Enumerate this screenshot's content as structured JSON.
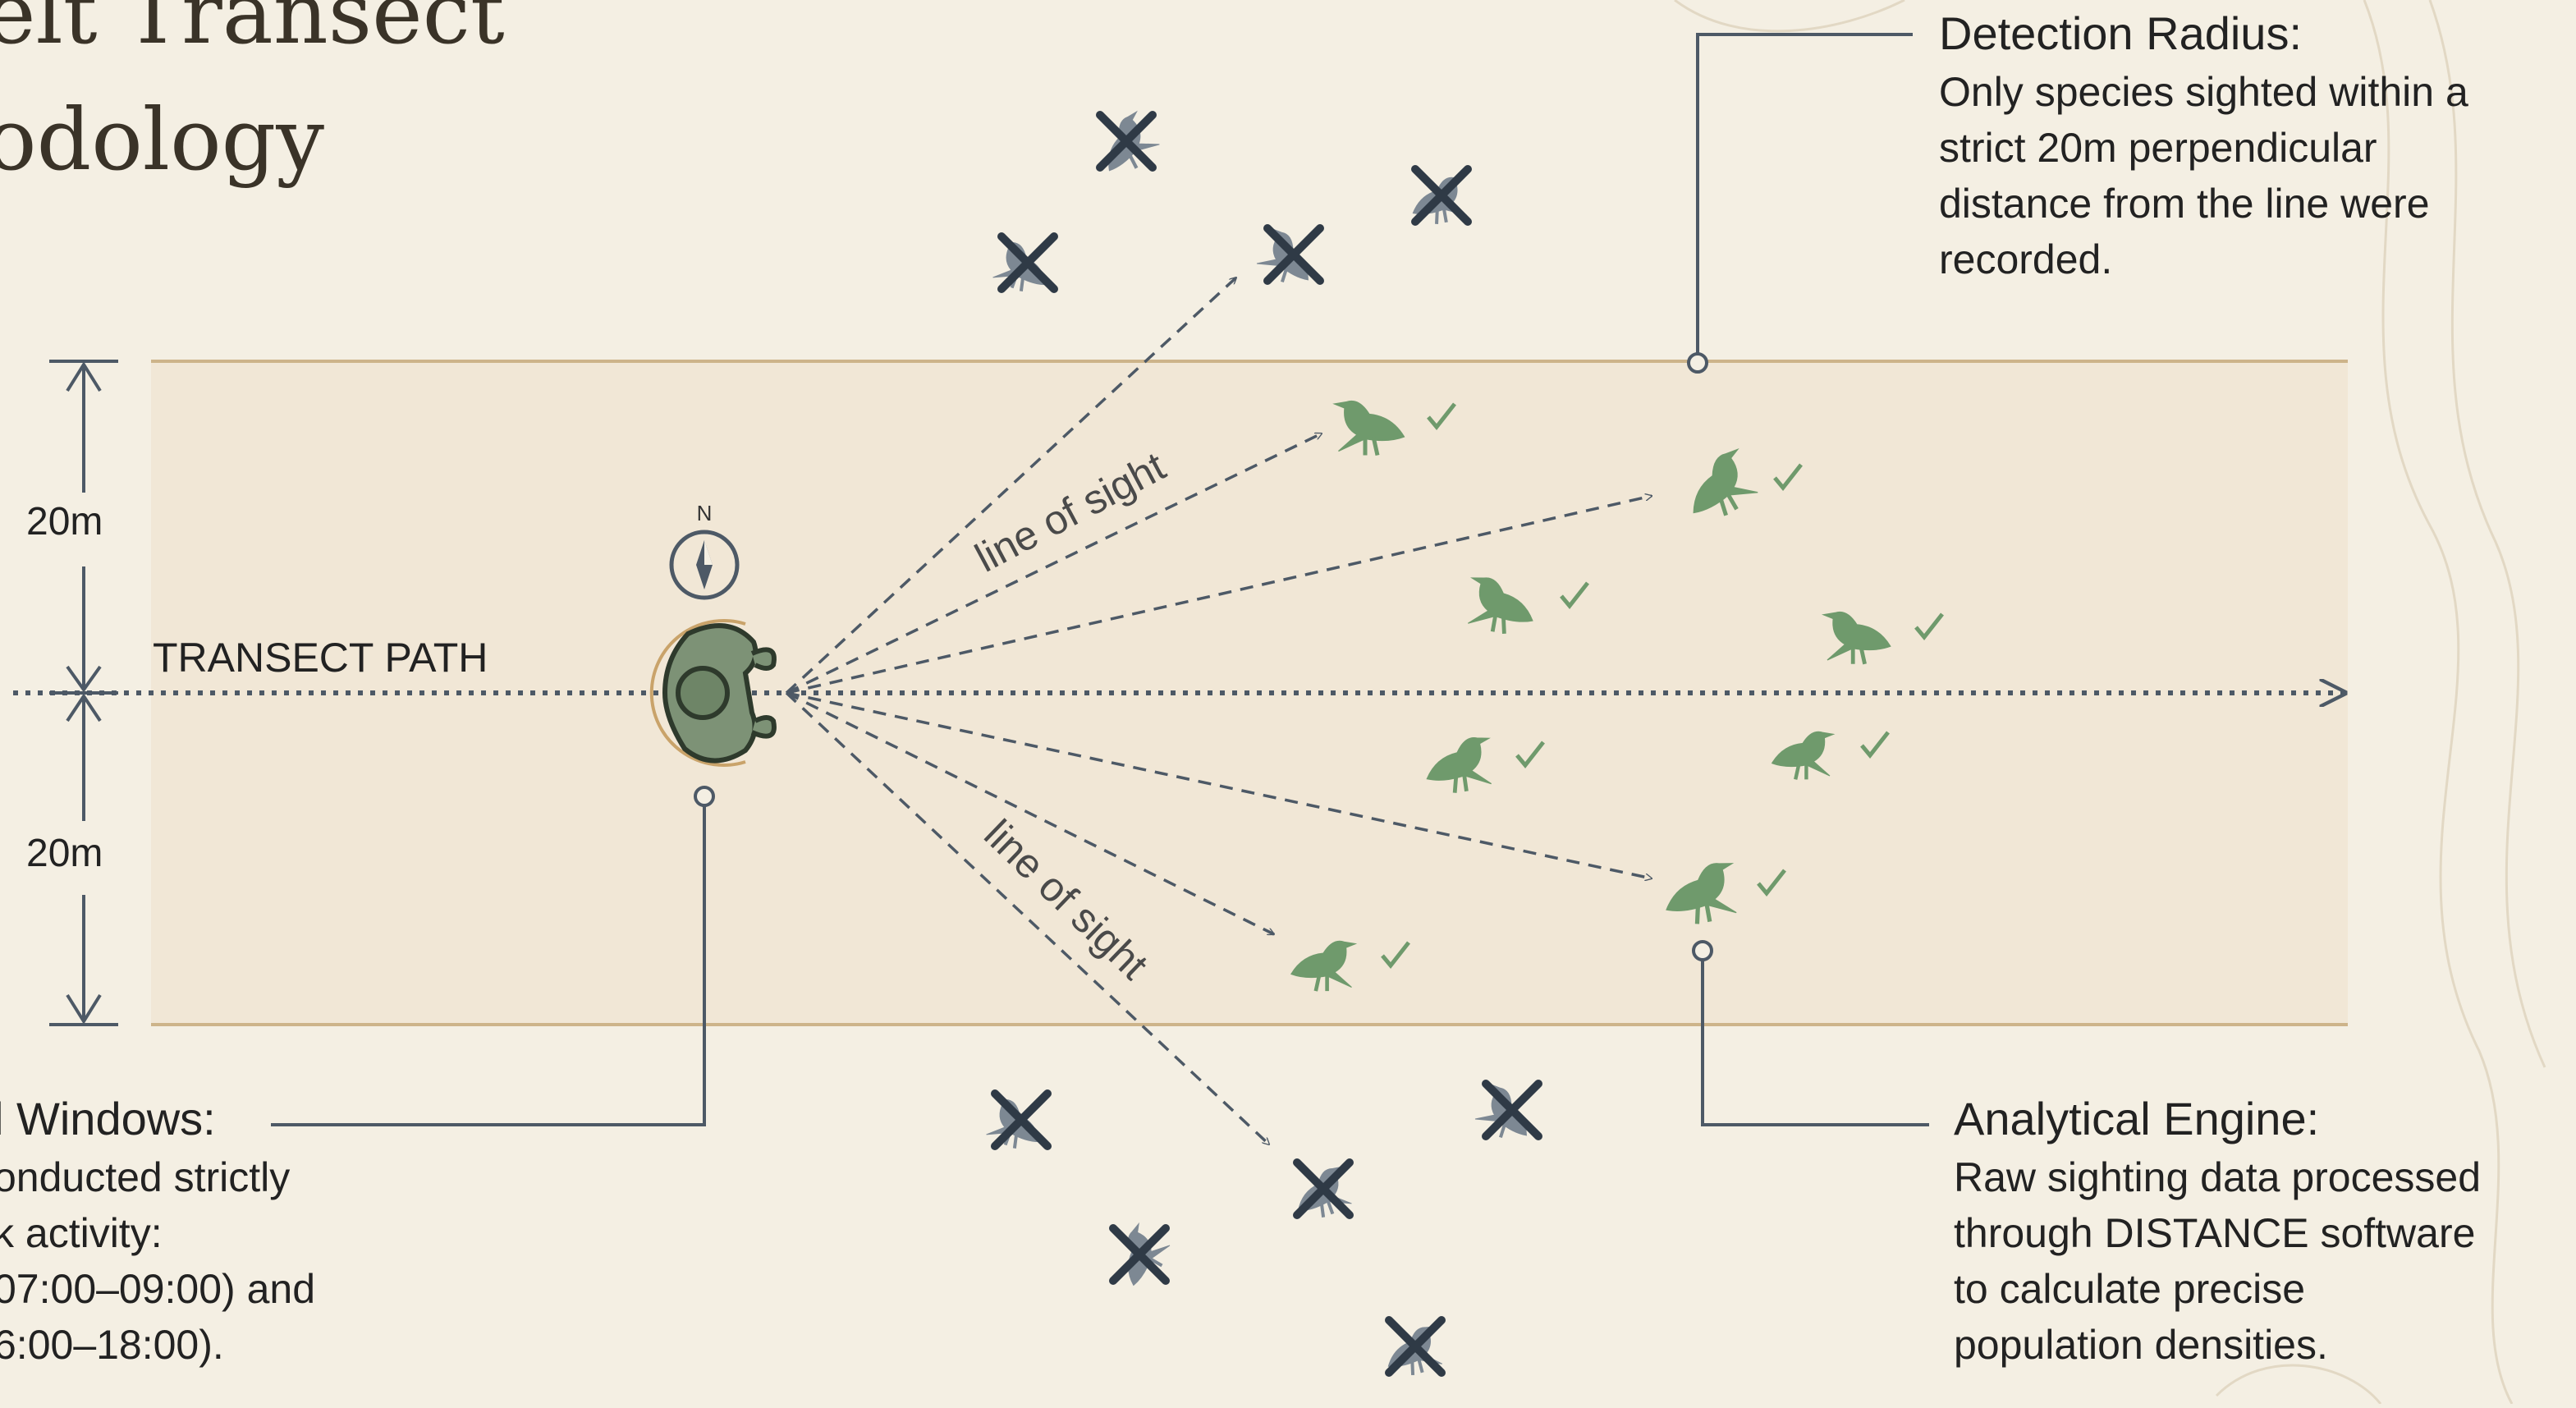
{
  "title": {
    "line1": "elt Transect",
    "line2": "odology"
  },
  "colors": {
    "background": "#f4efe3",
    "band_fill": "#f1e7d6",
    "band_edge": "#cdb48a",
    "recorded_bird": "#6f9a6c",
    "excluded_bird": "#7d8893",
    "line": "#4d5966"
  },
  "dimensions": {
    "upper": "20m",
    "lower": "20m"
  },
  "transect_label": "TRANSECT PATH",
  "compass_label": "N",
  "line_of_sight_label": "line of sight",
  "notes": {
    "detection_radius": {
      "title": "Detection Radius:",
      "lines": [
        "Only species sighted within a",
        "strict 20m perpendicular",
        "distance from the line were",
        "recorded."
      ]
    },
    "survey_windows": {
      "title": "l Windows:",
      "lines": [
        "onducted strictly",
        "k activity:",
        "07:00–09:00) and",
        "6:00–18:00)."
      ]
    },
    "analytical_engine": {
      "title": "Analytical Engine:",
      "lines": [
        "Raw sighting data processed",
        "through DISTANCE software",
        "to calculate precise",
        "population densities."
      ]
    }
  },
  "icons": {
    "observer": "observer-icon",
    "compass": "compass-icon",
    "recorded_bird": "bird-recorded-icon",
    "excluded_bird": "bird-excluded-icon",
    "check": "check-icon",
    "cross": "cross-icon"
  }
}
